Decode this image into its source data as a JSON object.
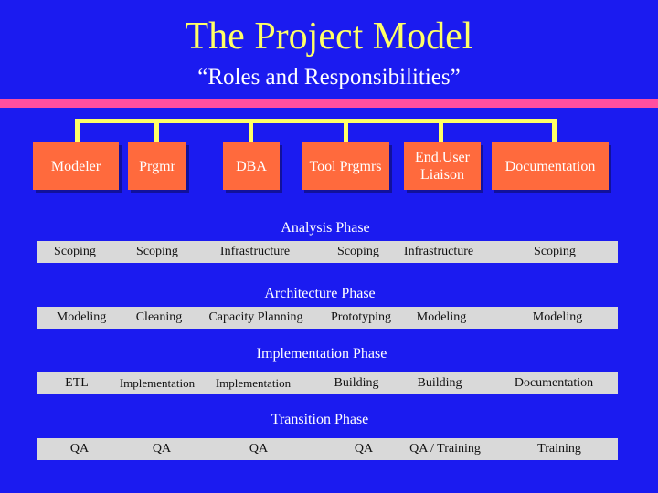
{
  "title": "The Project Model",
  "subtitle": "“Roles and Responsibilities”",
  "colors": {
    "background": "#1b1bf0",
    "title": "#ffff66",
    "connector": "#ffff66",
    "divider": "#ff4fa0",
    "role_box": "#ff6a3d",
    "phase_bar": "#d9d9d9"
  },
  "roles": [
    {
      "label": "Modeler"
    },
    {
      "label": "Prgmr"
    },
    {
      "label": "DBA"
    },
    {
      "label": "Tool Prgmrs"
    },
    {
      "label": "End.User\nLiaison"
    },
    {
      "label": "Documentation"
    }
  ],
  "phases": [
    {
      "title": "Analysis Phase",
      "cells": [
        "Scoping",
        "Scoping",
        "Infrastructure",
        "Scoping",
        "Infrastructure",
        "Scoping"
      ]
    },
    {
      "title": "Architecture Phase",
      "cells": [
        "Modeling",
        "Cleaning",
        "Capacity Planning",
        "Prototyping",
        "Modeling",
        "Modeling"
      ]
    },
    {
      "title": "Implementation Phase",
      "cells": [
        "ETL",
        "Implementation",
        "Implementation",
        "Building",
        "Building",
        "Documentation"
      ]
    },
    {
      "title": "Transition Phase",
      "cells": [
        "QA",
        "QA",
        "QA",
        "QA",
        "QA / Training",
        "Training"
      ]
    }
  ]
}
